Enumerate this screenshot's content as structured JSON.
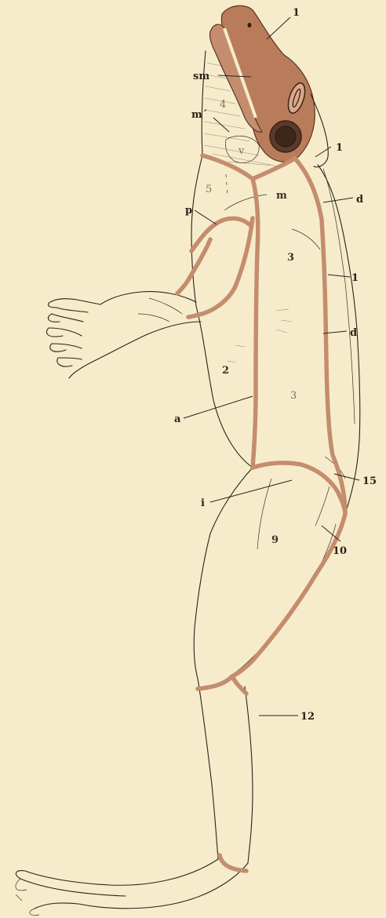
{
  "figure": {
    "labels": {
      "l_top": "1",
      "sm": "sm",
      "m_prime": "m´",
      "l_right": "1",
      "d_upper": "d",
      "p": "p",
      "l_mid": "1",
      "d_lower": "d",
      "a": "a",
      "i": "i",
      "n15": "15",
      "n10": "10",
      "n12": "12"
    },
    "regions": {
      "r4": "4",
      "rv": "v",
      "r5": "5",
      "rm": "m",
      "r3a": "3",
      "r2": "2",
      "r3b": "3",
      "r9": "9"
    },
    "colors": {
      "background": "#f6eccb",
      "nerve": "#c48d6e",
      "head_fill": "#b97c5b",
      "ink": "#2a221a"
    }
  }
}
